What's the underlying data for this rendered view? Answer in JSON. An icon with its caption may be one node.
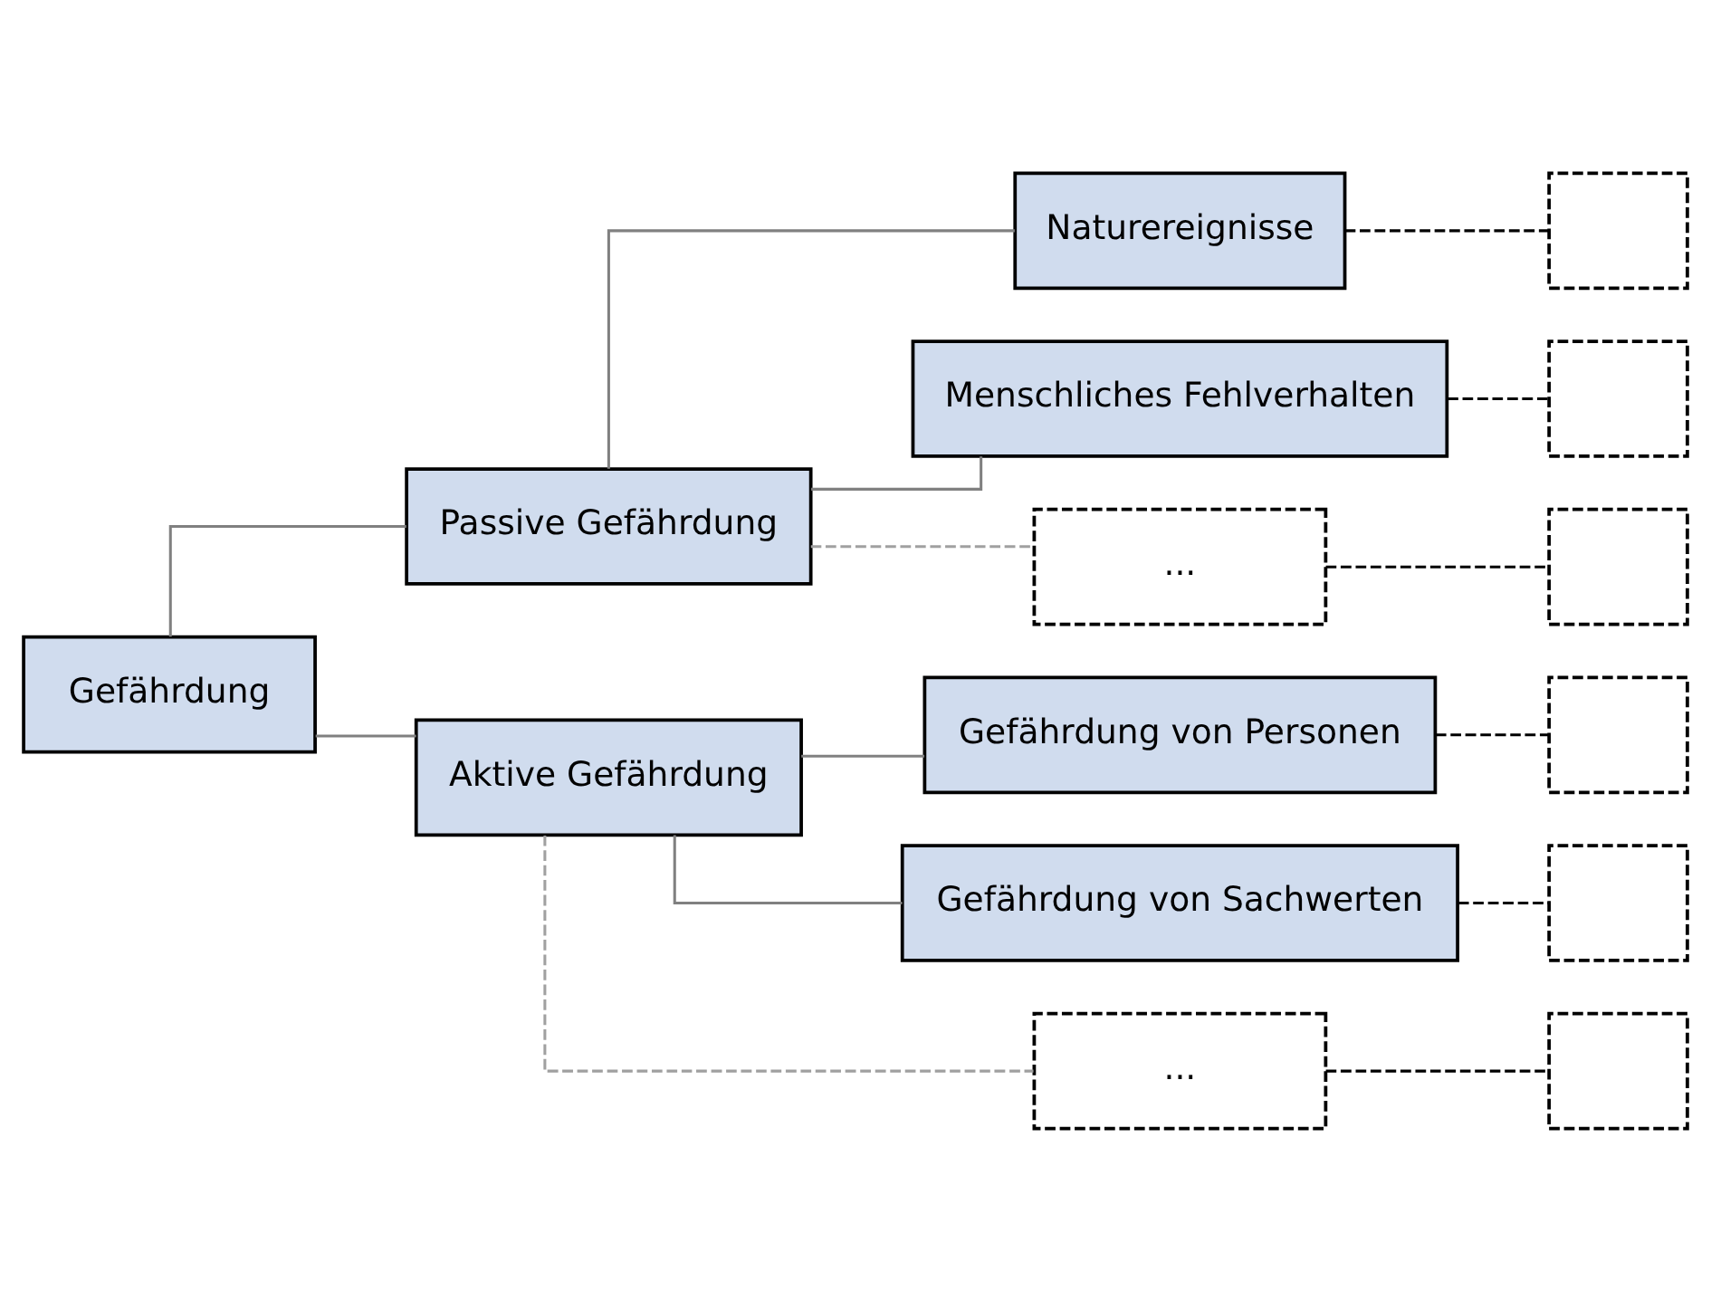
{
  "diagram": {
    "nodes": [
      {
        "text": [
          "Gefährdung"
        ]
      },
      {
        "text": [
          "Passive Gefährdung"
        ]
      },
      {
        "text": [
          "Naturereignisse"
        ]
      },
      {
        "text": [
          "Menschliches Fehlverhalten"
        ]
      },
      {
        "text": [
          "..."
        ]
      },
      {
        "text": [
          "Aktive Gefährdung"
        ]
      },
      {
        "text": [
          "Gefährdung von Personen"
        ]
      },
      {
        "text": [
          "Gefährdung von Sachwerten"
        ]
      },
      {
        "text": [
          "..."
        ]
      },
      {
        "text": [],
        "shape": "box"
      },
      {
        "text": [],
        "shape": "box"
      },
      {
        "text": [],
        "shape": "box"
      },
      {
        "text": [],
        "shape": "box"
      },
      {
        "text": [],
        "shape": "box"
      },
      {
        "text": [],
        "shape": "box"
      }
    ],
    "edges": [
      {
        "from": 0,
        "to": 1,
        "arrow": "none",
        "color": "#808080"
      },
      {
        "from": 0,
        "to": 5,
        "arrow": "none",
        "color": "#808080"
      },
      {
        "from": 1,
        "to": 2,
        "arrow": "none",
        "color": "#808080"
      },
      {
        "from": 1,
        "to": 3,
        "arrow": "none",
        "color": "#808080"
      },
      {
        "from": 1,
        "to": 4,
        "arrow": "none",
        "style": "dashed",
        "color": "#a0a0a0"
      },
      {
        "from": 5,
        "to": 6,
        "arrow": "none",
        "color": "#808080"
      },
      {
        "from": 5,
        "to": 7,
        "arrow": "none",
        "color": "#808080"
      },
      {
        "from": 5,
        "to": 8,
        "arrow": "none",
        "style": "dashed",
        "color": "#a0a0a0"
      },
      {
        "from": 2,
        "to": 9,
        "arrow": "none",
        "style": "dashed",
        "color": "#000000"
      },
      {
        "from": 3,
        "to": 10,
        "arrow": "none",
        "style": "dashed",
        "color": "#000000"
      },
      {
        "from": 4,
        "to": 11,
        "arrow": "none",
        "style": "dashed",
        "color": "#000000"
      },
      {
        "from": 6,
        "to": 12,
        "arrow": "none",
        "style": "dashed",
        "color": "#000000"
      },
      {
        "from": 7,
        "to": 13,
        "arrow": "none",
        "style": "dashed",
        "color": "#000000"
      },
      {
        "from": 8,
        "to": 14,
        "arrow": "none",
        "style": "dashed",
        "color": "#000000"
      }
    ]
  }
}
